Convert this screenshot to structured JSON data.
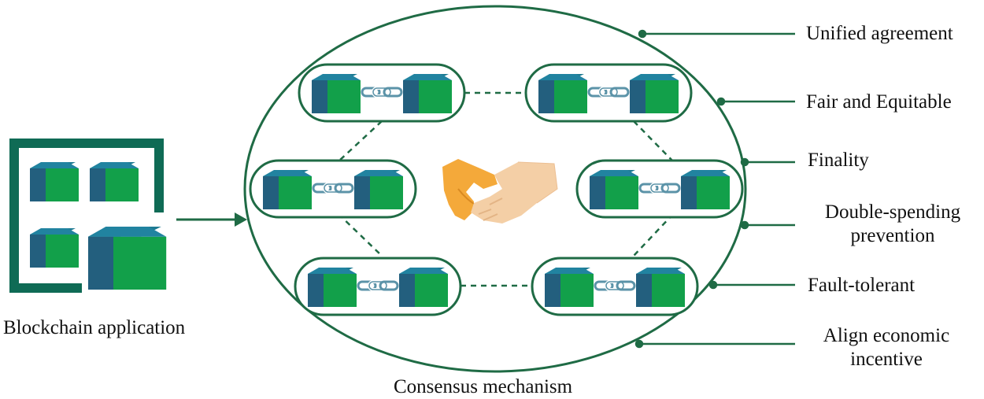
{
  "colors": {
    "frame": "#1f6b45",
    "cube_front": "#12a04a",
    "cube_top": "#1d7a92",
    "cube_side": "#1e5c7c",
    "app_frame": "#0f6b55",
    "link": "#ffffff",
    "link_stroke": "#4a8aa0",
    "hand_left": "#f4a93a",
    "hand_right": "#f4cfa6"
  },
  "left": {
    "caption": "Blockchain application"
  },
  "center": {
    "caption": "Consensus mechanism",
    "icon": "handshake-icon"
  },
  "properties": {
    "unified": "Unified agreement",
    "fair": "Fair and Equitable",
    "finality": "Finality",
    "double_line1": "Double-spending",
    "double_line2": "prevention",
    "fault": "Fault-tolerant",
    "align_line1": "Align economic",
    "align_line2": "incentive"
  }
}
